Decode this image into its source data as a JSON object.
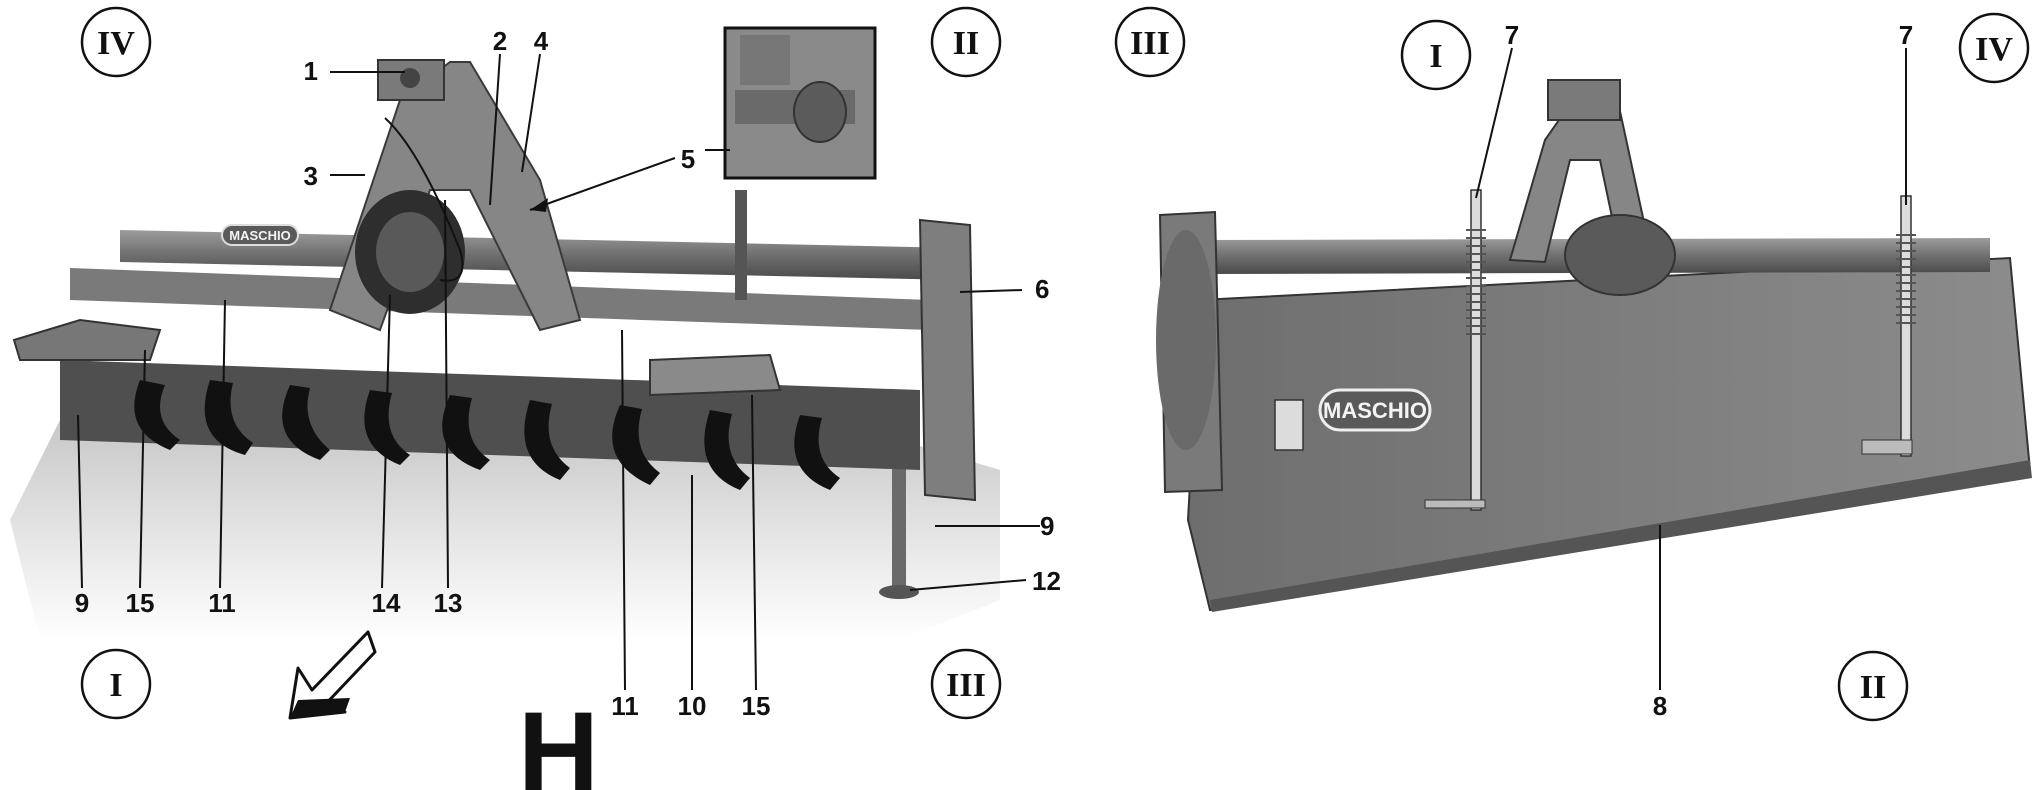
{
  "figure_letter": "H",
  "brand_text": "MASCHIO",
  "left_view": {
    "orientation_marks": [
      "IV",
      "II",
      "I",
      "III"
    ],
    "callouts": [
      "1",
      "2",
      "4",
      "3",
      "5",
      "6",
      "9",
      "12",
      "9",
      "15",
      "11",
      "14",
      "13",
      "11",
      "10",
      "15"
    ]
  },
  "right_view": {
    "orientation_marks": [
      "III",
      "I",
      "IV",
      "II"
    ],
    "callouts": [
      "7",
      "7",
      "8"
    ]
  }
}
